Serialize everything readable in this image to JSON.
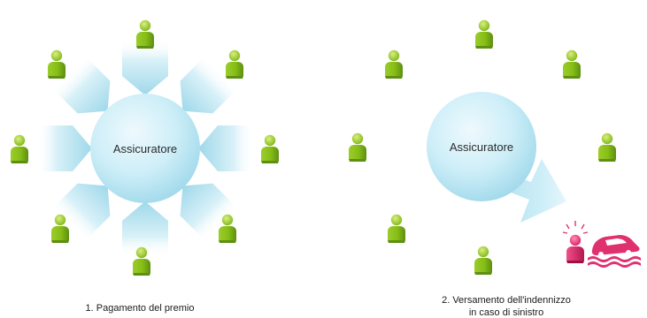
{
  "panels": [
    {
      "hub_label": "Assicuratore",
      "caption_lines": [
        "1. Pagamento del premio"
      ],
      "flow": "inward"
    },
    {
      "hub_label": "Assicuratore",
      "caption_lines": [
        "2. Versamento dell'indennizzo",
        "in caso di sinistro"
      ],
      "flow": "outward-to-claimant"
    }
  ],
  "colors": {
    "person_green": "#8cc31e",
    "person_dark_green": "#5e8f12",
    "hub_fill": "#bfe6f2",
    "arrow_fill": "#b9e3f0",
    "claimant_pink": "#e0316f",
    "accident_icon": "#e0316f"
  },
  "icons": {
    "person": "person-icon",
    "claimant": "claimant-person-icon",
    "siren": "siren-icon",
    "car_accident": "car-flood-icon"
  }
}
